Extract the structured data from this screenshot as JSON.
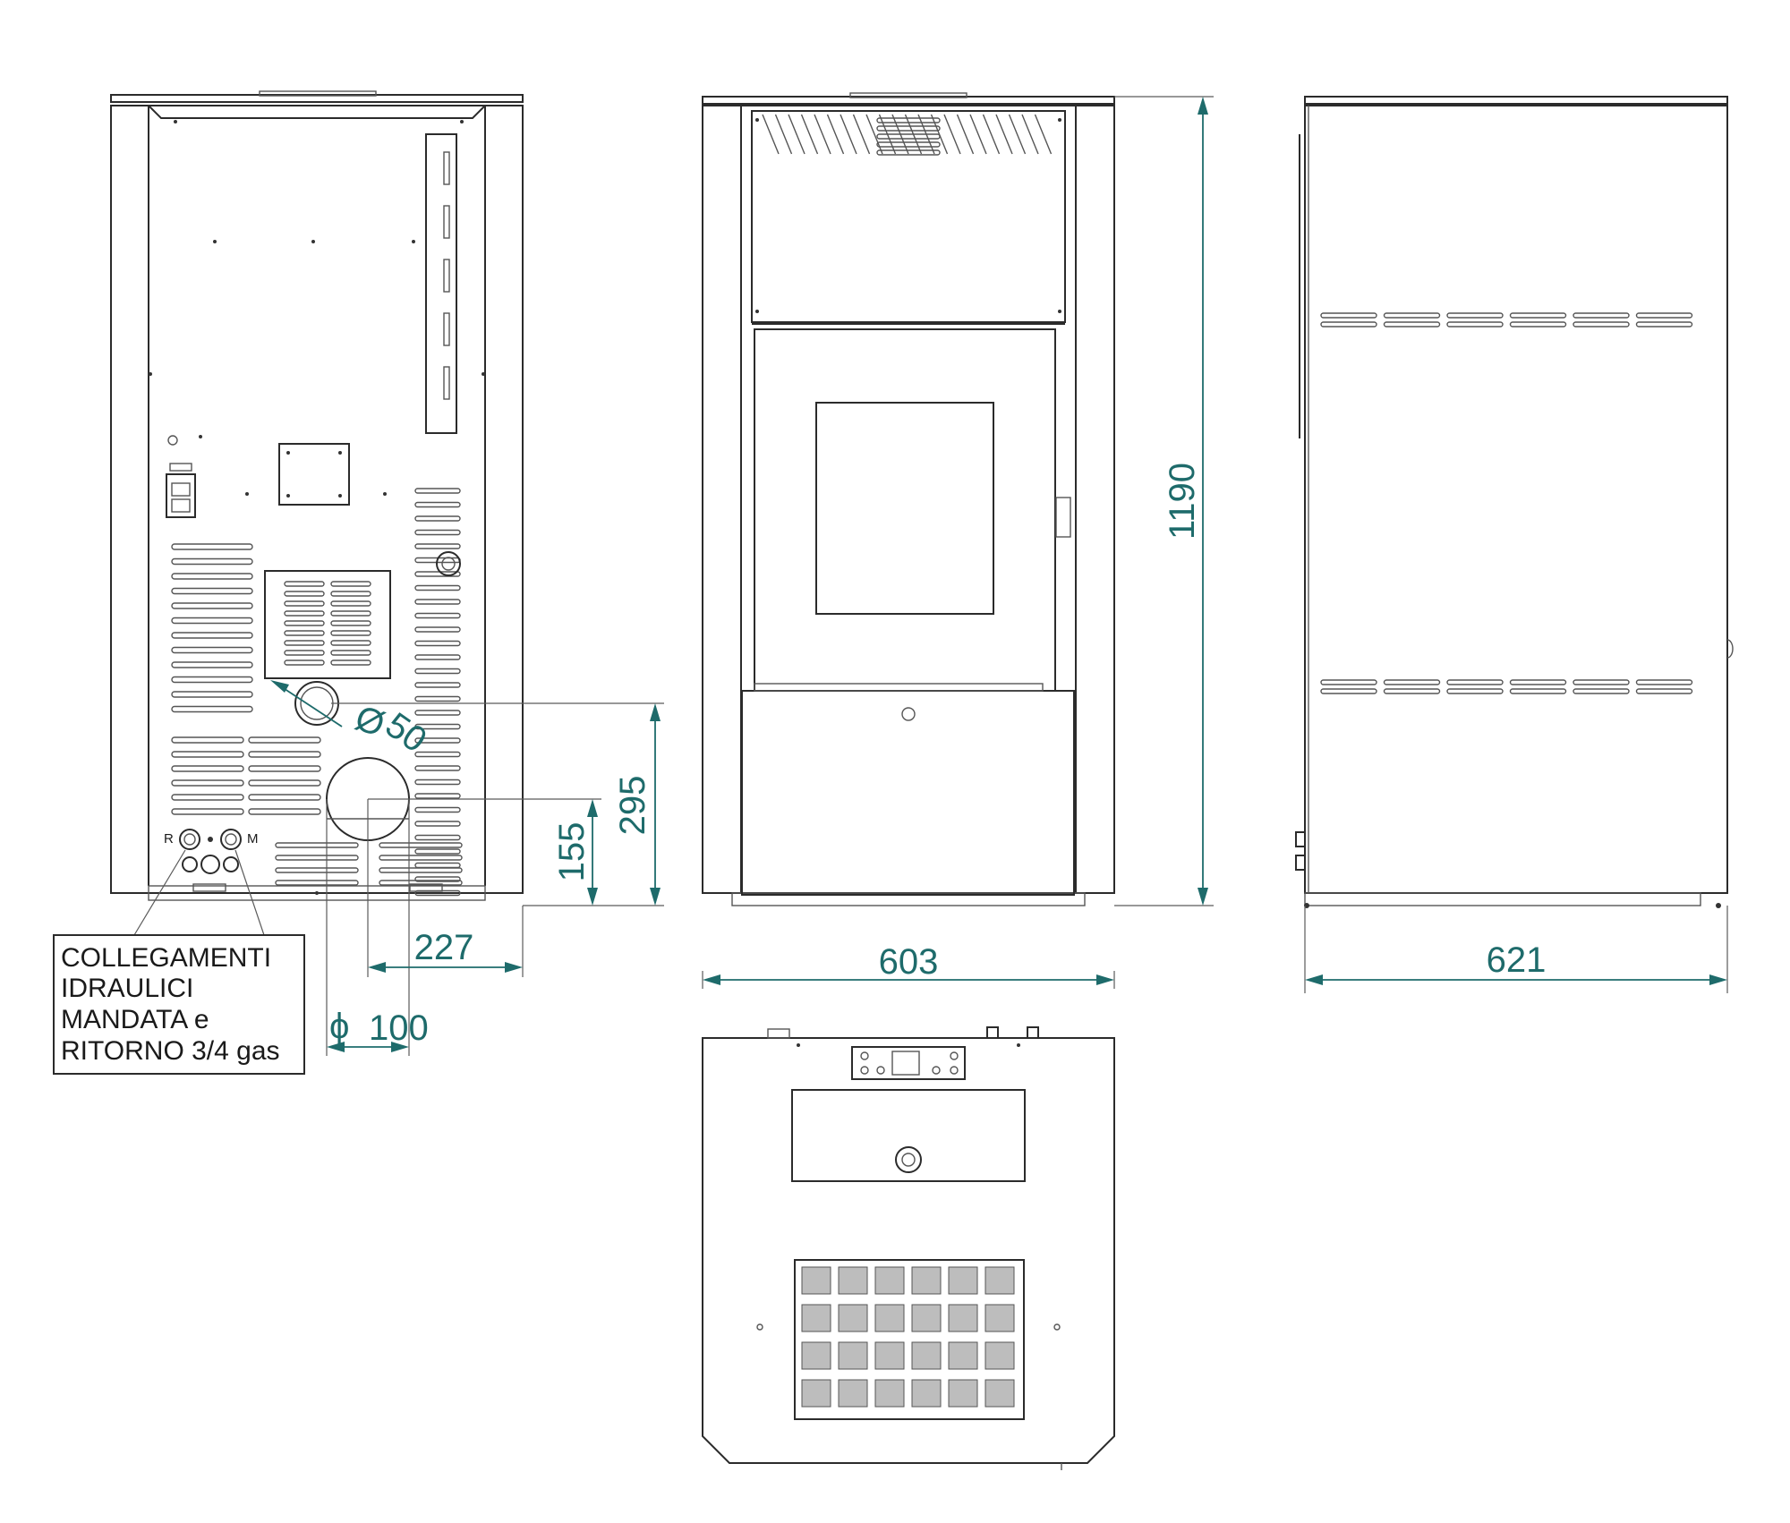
{
  "dimensions": {
    "height": "1190",
    "width": "603",
    "depth": "621",
    "flue_height": "295",
    "air_inlet_height": "155",
    "flue_offset": "227",
    "air_inlet_diameter": "100",
    "air_inlet_diameter_symbol": "ϕ",
    "pipe_diameter": "50",
    "pipe_diameter_symbol": "Ø"
  },
  "connections": {
    "return_label": "R",
    "flow_label": "M"
  },
  "callout": {
    "lines": [
      "COLLEGAMENTI",
      "IDRAULICI",
      "MANDATA e",
      "RITORNO 3/4 gas"
    ]
  },
  "colors": {
    "dimension": "#1e6b6b",
    "outline": "#2b2b2b"
  }
}
